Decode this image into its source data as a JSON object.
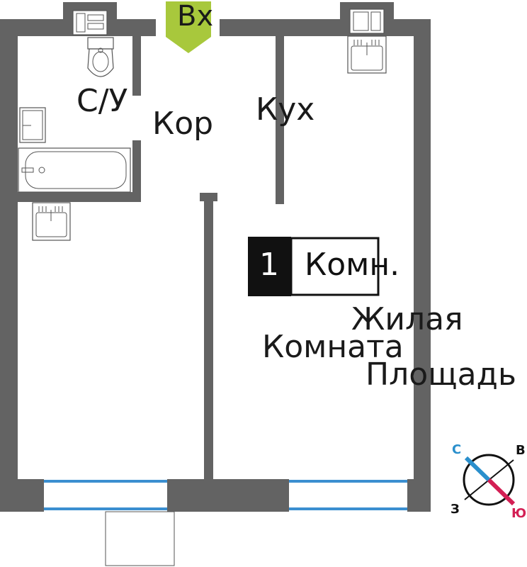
{
  "entrance": {
    "label": "Вх",
    "color": "#a8c83c"
  },
  "rooms": {
    "bathroom": "С/У",
    "hallway": "Кор",
    "kitchen": "Кух",
    "living_room_line1": "Жилая",
    "living_room_line2": "Комната",
    "living_room_line3": "Площадь"
  },
  "badge": {
    "number": "1",
    "text": "Комн."
  },
  "compass": {
    "north": "С",
    "east": "В",
    "south": "Ю",
    "west": "З",
    "north_color": "#2a8fcc",
    "south_color": "#d31f54"
  }
}
